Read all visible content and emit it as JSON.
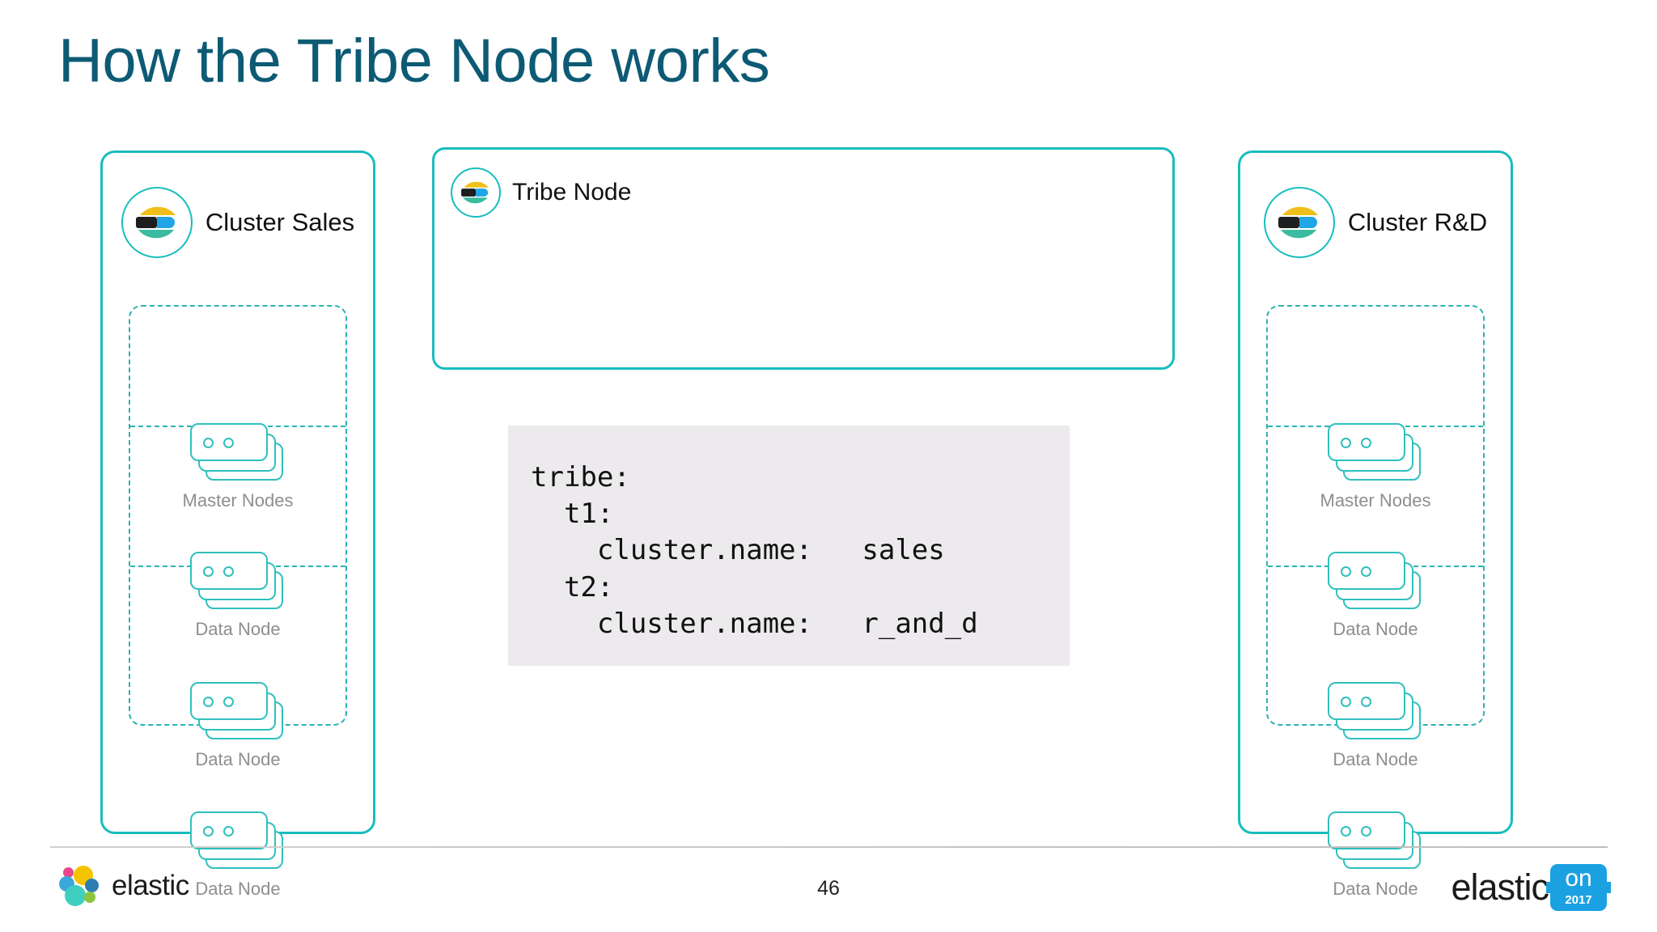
{
  "slide": {
    "title": "How the Tribe Node works",
    "page_number": "46",
    "title_color": "#0d5a74",
    "accent_color": "#18bdbd",
    "node_outline_color": "#2fc0be",
    "dashed_color": "#2bb3b0",
    "code_bg_color": "#eceaed"
  },
  "clusters": [
    {
      "name": "Cluster Sales",
      "logo_icon": "elastic-logo-icon",
      "nodes": [
        {
          "label": "Master Nodes",
          "icon": "server-stack-icon"
        },
        {
          "label": "Data Node",
          "icon": "server-stack-icon"
        },
        {
          "label": "Data Node",
          "icon": "server-stack-icon"
        },
        {
          "label": "Data Node",
          "icon": "server-stack-icon"
        }
      ]
    },
    {
      "name": "Cluster R&D",
      "logo_icon": "elastic-logo-icon",
      "nodes": [
        {
          "label": "Master Nodes",
          "icon": "server-stack-icon"
        },
        {
          "label": "Data Node",
          "icon": "server-stack-icon"
        },
        {
          "label": "Data Node",
          "icon": "server-stack-icon"
        },
        {
          "label": "Data Node",
          "icon": "server-stack-icon"
        }
      ]
    }
  ],
  "tribe": {
    "title": "Tribe Node",
    "logo_icon": "elastic-logo-icon"
  },
  "code": {
    "language": "yaml",
    "text": "tribe:\n  t1:\n    cluster.name:   sales\n  t2:\n    cluster.name:   r_and_d"
  },
  "footer": {
    "brand": "elastic",
    "brand_icon": "elastic-swarm-icon",
    "event_brand": "elastic",
    "event_badge_text": "on",
    "event_badge_year": "2017",
    "event_badge_color": "#1ba1e2"
  }
}
